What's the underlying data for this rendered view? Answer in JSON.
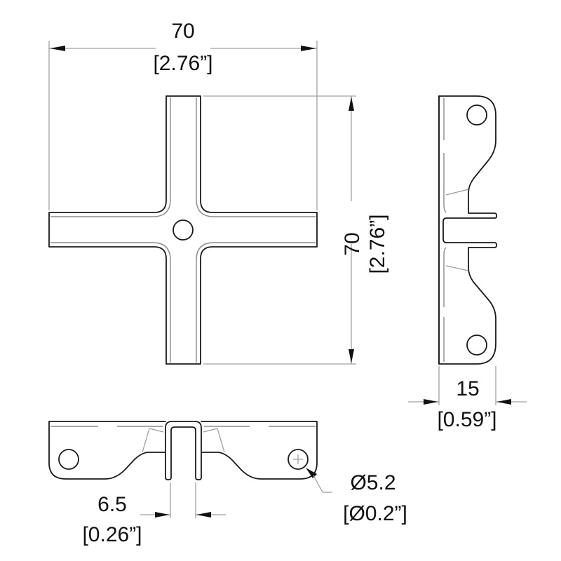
{
  "drawing": {
    "views": {
      "top_view": "cross-shaped bracket with center hole",
      "side_view": "side profile with two mounting holes and U-channel",
      "bottom_view": "front profile with two mounting holes and U-channel"
    },
    "dimensions": {
      "overall_width": {
        "mm": "70",
        "inch": "[2.76”]"
      },
      "overall_height": {
        "mm": "70",
        "inch": "[2.76”]"
      },
      "depth": {
        "mm": "15",
        "inch": "[0.59”]"
      },
      "channel_width": {
        "mm": "6.5",
        "inch": "[0.26”]"
      },
      "hole_diameter": {
        "mm": "Ø5.2",
        "inch": "[Ø0.2”]"
      }
    },
    "colors": {
      "outline": "#1a1a1a",
      "hidden_line": "#8a8a8a",
      "dimension_line": "#a0a0a0",
      "text": "#111111",
      "background": "#ffffff"
    }
  }
}
